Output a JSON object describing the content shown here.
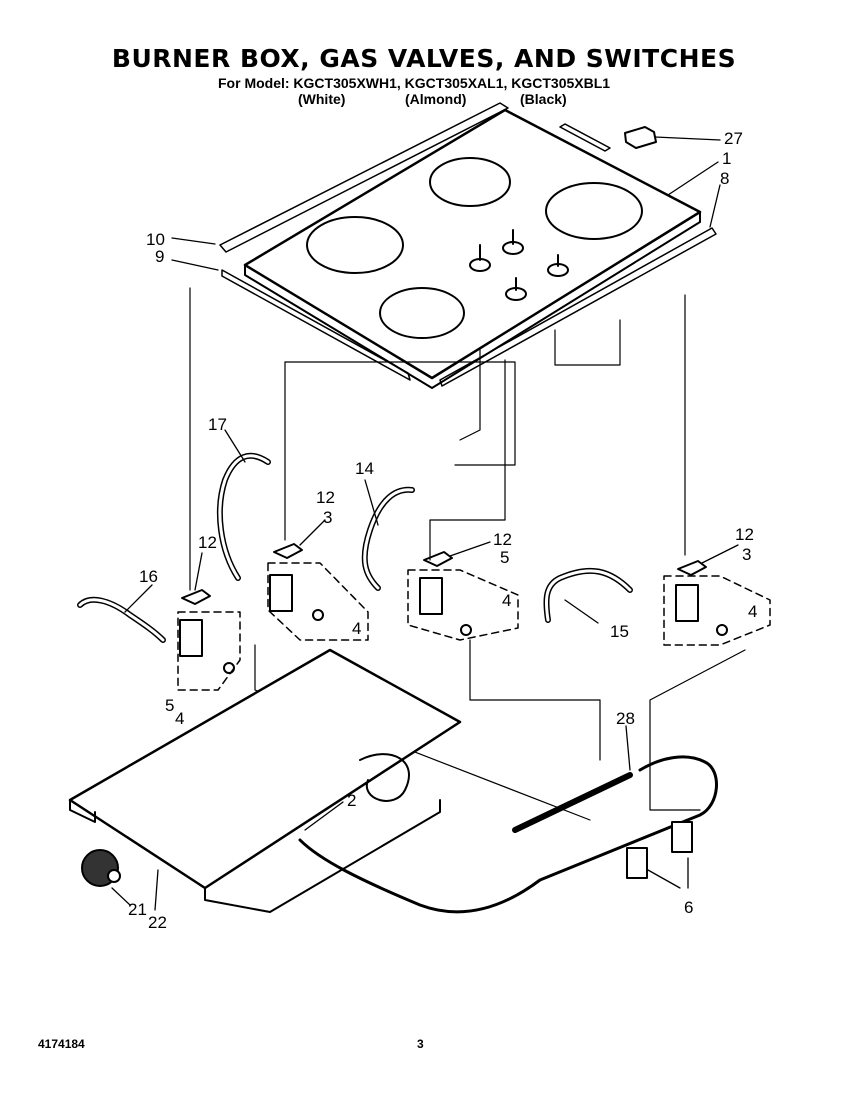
{
  "page": {
    "title": "BURNER BOX, GAS VALVES, AND SWITCHES",
    "model_line": "For Model: KGCT305XWH1, KGCT305XAL1, KGCT305XBL1",
    "colors": [
      "(White)",
      "(Almond)",
      "(Black)"
    ],
    "doc_number": "4174184",
    "page_number": "3"
  },
  "callouts": {
    "c1": "1",
    "c2": "2",
    "c3a": "3",
    "c3b": "3",
    "c4a": "4",
    "c4b": "4",
    "c4c": "4",
    "c5a": "5",
    "c5b": "5",
    "c6": "6",
    "c8": "8",
    "c9": "9",
    "c10": "10",
    "c12a": "12",
    "c12b": "12",
    "c12c": "12",
    "c12d": "12",
    "c14": "14",
    "c15": "15",
    "c16": "16",
    "c17": "17",
    "c21": "21",
    "c22": "22",
    "c27": "27",
    "c28": "28"
  }
}
